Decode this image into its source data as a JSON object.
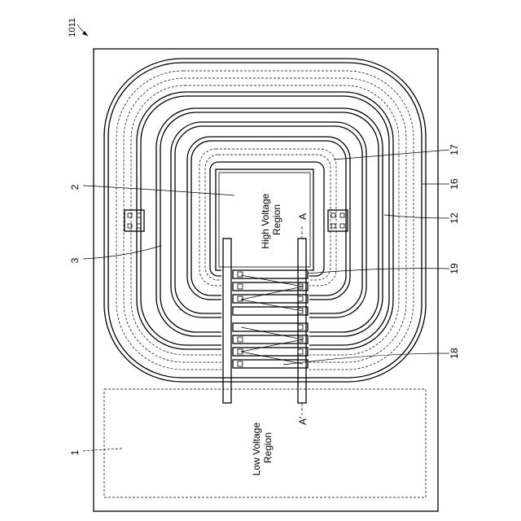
{
  "figure": {
    "figure_number": "1011",
    "regions": {
      "high_voltage": "High Voltage\nRegion",
      "low_voltage": "Low Voltage\nRegion"
    },
    "section_marks": {
      "a": "A",
      "a_prime": "A'"
    },
    "reference_numerals": {
      "semiconductor_substrate": "1",
      "high_voltage_region": "2",
      "pad_region": "3",
      "guard_ring": "12",
      "outer_ring": "16",
      "inner_ring": "17",
      "resistor_lower": "18",
      "resistor_upper": "19"
    }
  }
}
